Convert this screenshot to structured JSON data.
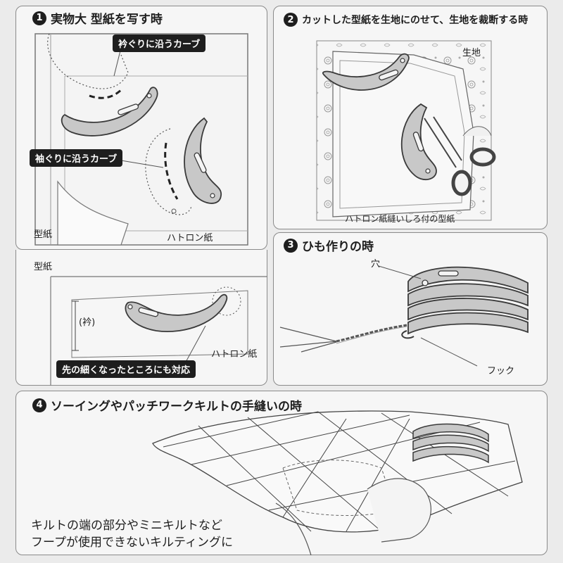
{
  "section1": {
    "number": "1",
    "title": "実物大 型紙を写す時",
    "label_collar_curve": "衿ぐりに沿うカーブ",
    "label_armhole_curve": "袖ぐりに沿うカーブ",
    "label_pattern": "型紙",
    "label_tracing_paper": "ハトロン紙"
  },
  "section1b": {
    "label_pattern": "型紙",
    "label_collar": "(衿)",
    "label_tracing_paper": "ハトロン紙",
    "label_fine_tip": "先の細くなったところにも対応"
  },
  "section2": {
    "number": "2",
    "title": "カットした型紙を生地にのせて、生地を裁断する時",
    "label_fabric": "生地",
    "label_pattern_with_allowance": "ハトロン紙縫いしろ付の型紙"
  },
  "section3": {
    "number": "3",
    "title": "ひも作りの時",
    "label_hole": "穴",
    "label_hook": "フック"
  },
  "section4": {
    "number": "4",
    "title": "ソーイングやパッチワークキルトの手縫いの時",
    "caption_line1": "キルトの端の部分やミニキルトなど",
    "caption_line2": "フープが使用できないキルティングに"
  },
  "colors": {
    "tool_fill": "#c8c8c8",
    "tool_stroke": "#3a3a3a",
    "label_bg": "#1e1e1e",
    "panel_bg": "#f6f6f6"
  }
}
